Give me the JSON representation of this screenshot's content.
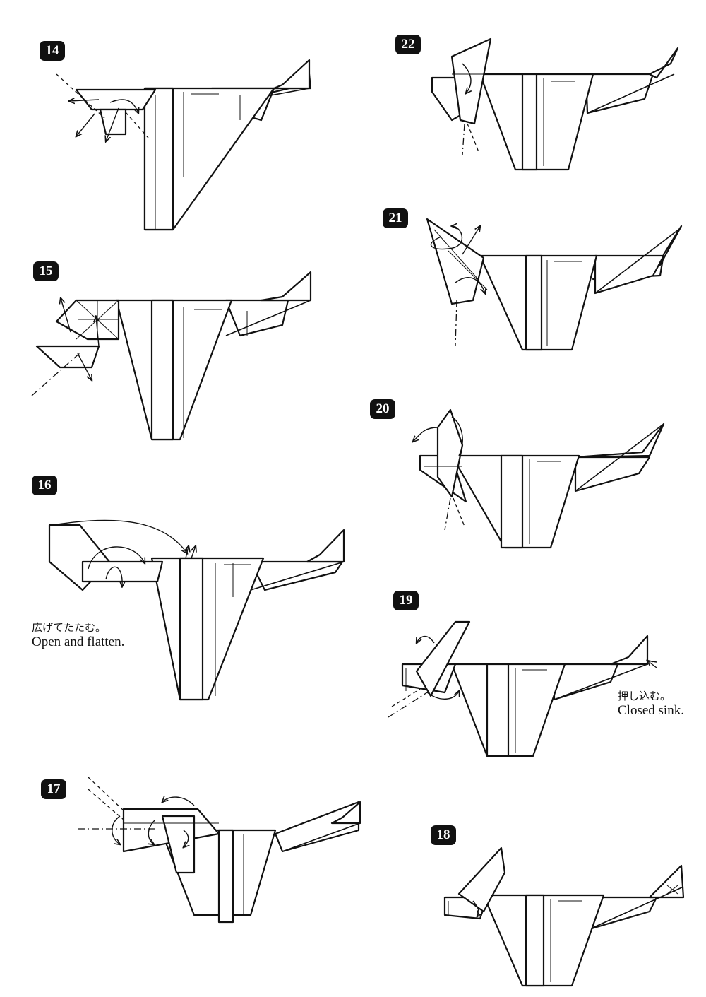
{
  "steps": [
    {
      "label": "14"
    },
    {
      "label": "15"
    },
    {
      "label": "16",
      "caption_jp": "広げてたたむ。",
      "caption_en": "Open and flatten."
    },
    {
      "label": "17"
    },
    {
      "label": "22"
    },
    {
      "label": "21"
    },
    {
      "label": "20"
    },
    {
      "label": "19",
      "caption_jp": "押し込む。",
      "caption_en": "Closed sink."
    },
    {
      "label": "18"
    }
  ]
}
